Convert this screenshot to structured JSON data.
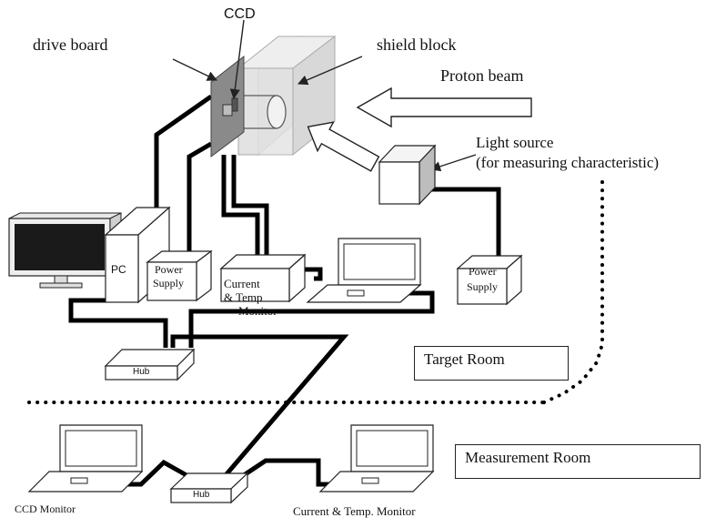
{
  "labels": {
    "ccd": "CCD",
    "drive_board": "drive board",
    "shield_block": "shield block",
    "proton_beam": "Proton beam",
    "light_source_line1": "Light source",
    "light_source_line2": "(for measuring characteristic)",
    "pc": "PC",
    "power_supply_left_line1": "Power",
    "power_supply_left_line2": "Supply",
    "current_temp_line1": "Current",
    "current_temp_line2": "& Temp",
    "current_temp_line3": "Monitor",
    "power_supply_right_line1": "Power",
    "power_supply_right_line2": "Supply",
    "hub_top": "Hub",
    "hub_bottom": "Hub",
    "target_room": "Target Room",
    "measurement_room": "Measurement Room",
    "ccd_monitor": "CCD Monitor",
    "current_temp_monitor": "Current & Temp. Monitor"
  },
  "colors": {
    "cable": "#000000",
    "shield": "#cfcfcf",
    "board": "#8a8a8a",
    "outline": "#222222"
  }
}
